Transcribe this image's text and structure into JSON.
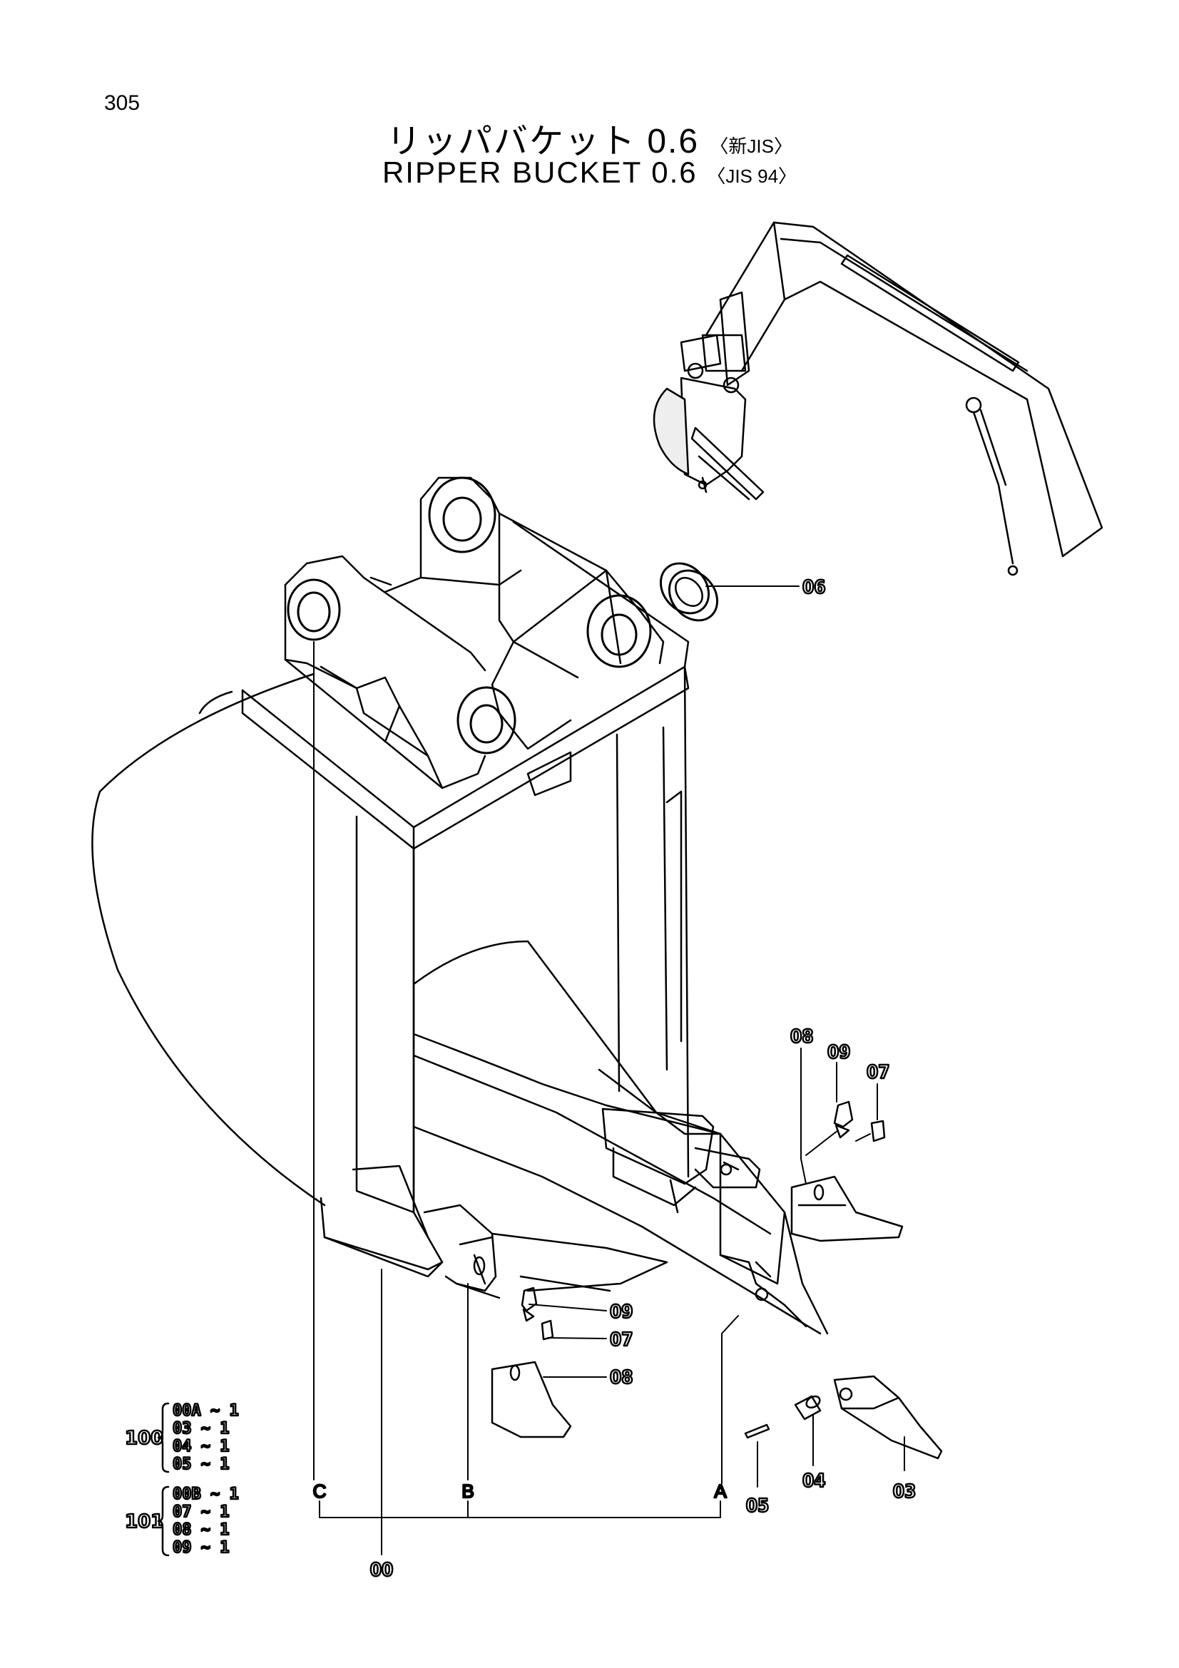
{
  "page_number": "305",
  "title": {
    "jp_main": "リッパバケット 0.6",
    "jp_std": "〈新JIS〉",
    "en_main": "RIPPER BUCKET 0.6",
    "en_std": "〈JIS 94〉"
  },
  "callouts": {
    "p00": "00",
    "p03": "03",
    "p04": "04",
    "p05": "05",
    "p06": "06",
    "p07a": "07",
    "p07b": "07",
    "p08a": "08",
    "p08b": "08",
    "p09a": "09",
    "p09b": "09",
    "ref_a": "A",
    "ref_b": "B",
    "ref_c": "C"
  },
  "kits": [
    {
      "code": "100",
      "items": [
        "00A ~ 1",
        "03  ~ 1",
        "04  ~ 1",
        "05  ~ 1"
      ]
    },
    {
      "code": "101",
      "items": [
        "00B ~ 1",
        "07  ~ 1",
        "08  ~ 1",
        "09  ~ 1"
      ]
    }
  ]
}
